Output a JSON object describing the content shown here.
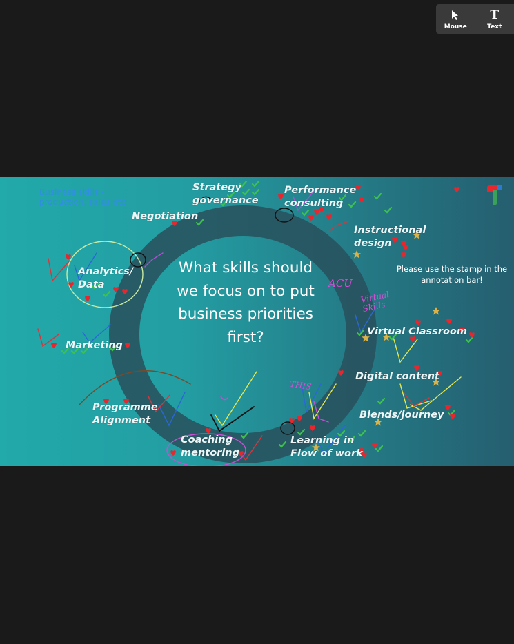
{
  "toolbar": {
    "tools": [
      {
        "label": "Mouse",
        "icon": "cursor-icon"
      },
      {
        "label": "Text",
        "icon": "text-icon"
      }
    ]
  },
  "slide": {
    "question": "What skills should we focus on to put business priorities first?",
    "note": "Please use the stamp in the annotation bar!",
    "handwritten_note": "Business skills -\nproduction, sales etc",
    "skills": {
      "strategy": "Strategy\ngovernance",
      "performance": "Performance\nconsulting",
      "negotiation": "Negotiation",
      "instructional": "Instructional\ndesign",
      "analytics": "Analytics/\nData",
      "marketing": "Marketing",
      "virtual_classroom": "Virtual Classroom",
      "digital_content": "Digital content",
      "programme": "Programme\nAlignment",
      "blends": "Blends/journey",
      "coaching": "Coaching\nmentoring",
      "learning": "Learning in\nFlow of work"
    },
    "scribbles": {
      "acu": "ACU",
      "virtual_skills": "Virtual\nSkills",
      "this": "THIS"
    }
  },
  "colors": {
    "heart": "#e8262e",
    "check": "#3ec24c",
    "star": "#d9b24a",
    "ring": "#28505c"
  }
}
